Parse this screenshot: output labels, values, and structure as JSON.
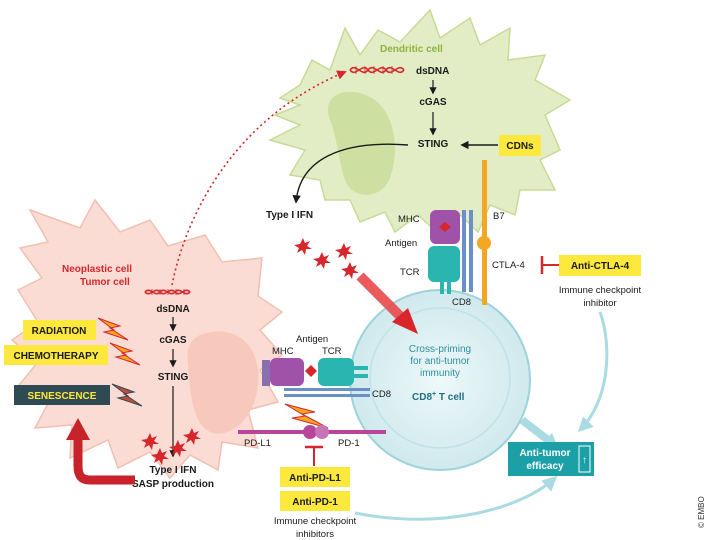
{
  "colors": {
    "dendritic_fill": "#e3edc5",
    "dendritic_organelle": "#cde0a2",
    "tumor_fill": "#fbdcd4",
    "tumor_organelle": "#f7c9bd",
    "tcell_fill": "#d8eef0",
    "label_box": "#fde83d",
    "senescence_box": "#2f4a52",
    "efficacy_box": "#1aa0a6",
    "red_arrow": "#d7262c",
    "teal_arrow": "#aadbe3"
  },
  "dendritic": {
    "title": "Dendritic cell",
    "dsdna": "dsDNA",
    "cgas": "cGAS",
    "sting": "STING",
    "type1ifn": "Type I IFN"
  },
  "tumor": {
    "title_line1": "Neoplastic cell",
    "title_line2": "Tumor cell",
    "dsdna": "dsDNA",
    "cgas": "cGAS",
    "sting": "STING",
    "type1ifn": "Type I IFN",
    "sasp": "SASP production"
  },
  "treatments": {
    "radiation": "RADIATION",
    "chemotherapy": "CHEMOTHERAPY",
    "senescence": "SENESCENCE"
  },
  "drugs": {
    "cdns": "CDNs",
    "anti_ctla4": "Anti-CTLA-4",
    "anti_pdl1": "Anti-PD-L1",
    "anti_pd1": "Anti-PD-1"
  },
  "receptors": {
    "mhc_top": "MHC",
    "antigen_top": "Antigen",
    "tcr_top": "TCR",
    "b7": "B7",
    "cd8_top": "CD8",
    "ctla4": "CTLA-4",
    "antigen_mid": "Antigen",
    "mhc_mid": "MHC",
    "tcr_mid": "TCR",
    "cd8_mid": "CD8",
    "pdl1": "PD-L1",
    "pd1": "PD-1"
  },
  "checkpoint": {
    "right_line1": "Immune checkpoint",
    "right_line2": "inhibitor",
    "bottom_line1": "Immune checkpoint",
    "bottom_line2": "inhibitors"
  },
  "tcell": {
    "line1": "Cross-priming",
    "line2": "for anti-tumor",
    "line3": "immunity",
    "name": "CD8",
    "name_sup": "+",
    "name_suffix": " T cell"
  },
  "efficacy": {
    "line1": "Anti-tumor",
    "line2": "efficacy",
    "arrow_glyph": "↑"
  },
  "copyright": "© EMBO"
}
